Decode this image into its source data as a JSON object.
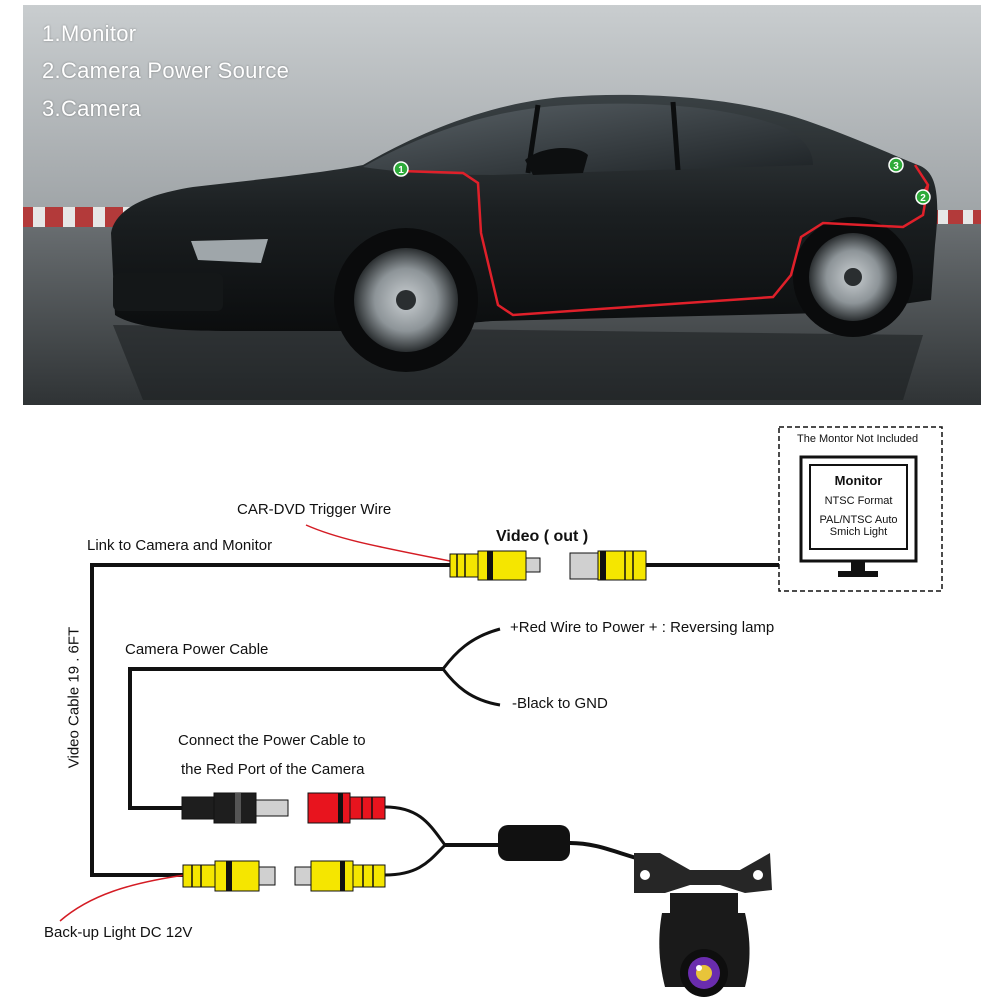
{
  "photo": {
    "legend": [
      "1.Monitor",
      "2.Camera Power Source",
      "3.Camera"
    ],
    "markers": [
      "1",
      "3",
      "2"
    ]
  },
  "diagram": {
    "monitor_note": "The Montor Not Included",
    "monitor_title": "Monitor",
    "monitor_format": "NTSC Format",
    "monitor_auto_line1": "PAL/NTSC Auto",
    "monitor_auto_line2": "Smich Light",
    "trigger_wire": "CAR-DVD Trigger Wire",
    "video_out": "Video ( out )",
    "link_label": "Link to Camera and Monitor",
    "power_cable": "Camera Power Cable",
    "red_wire": "+Red Wire to Power + : Reversing lamp",
    "black_gnd": "-Black to GND",
    "video_cable": "Video Cable 19 . 6FT",
    "connect_line1": "Connect the Power Cable to",
    "connect_line2": "the Red Port of the Camera",
    "backup_light": "Back-up Light DC 12V"
  },
  "colors": {
    "wire": "#111111",
    "red_trace": "#e0202a",
    "yellow_connector": "#f5e600",
    "red_connector": "#e8141e",
    "black_connector": "#1e1e1e",
    "marker_green": "#2eaa3a"
  }
}
